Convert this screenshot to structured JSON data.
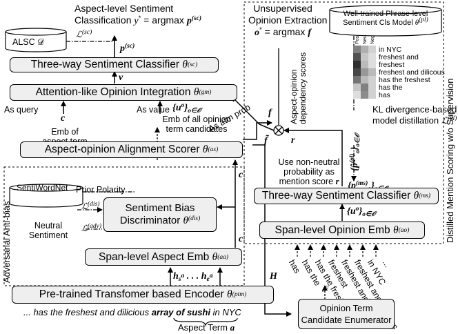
{
  "title_left": {
    "line1": "Aspect-level Sentiment",
    "line2": "Classification"
  },
  "title_right": {
    "line1": "Unsupervised",
    "line2": "Opinion Extraction"
  },
  "boxes": {
    "three_way_sc": {
      "label": "Three-way Sentiment Classifier",
      "param": "θ",
      "sup": "(sc)"
    },
    "attention": {
      "label": "Attention-like Opinion Integration",
      "param": "θ",
      "sup": "(gm)"
    },
    "alignment": {
      "label": "Aspect-opinion Alignment Scorer",
      "param": "θ",
      "sup": "(as)"
    },
    "bias_disc": {
      "label1": "Sentiment Bias",
      "label2": "Discriminator",
      "param": "θ",
      "sup": "(dis)"
    },
    "span_aspect": {
      "label": "Span-level Aspect Emb",
      "param": "θ",
      "sup": "(aa)"
    },
    "encoder": {
      "label": "Pre-trained Transfomer based Encoder",
      "param": "θ",
      "sup": "(ptm)"
    },
    "three_way_ms": {
      "label": "Three-way Sentiment Classifier",
      "param": "θ",
      "sup": "(ms)"
    },
    "span_opinion": {
      "label": "Span-level Opinion Emb",
      "param": "θ",
      "sup": "(ao)"
    },
    "enumerator": {
      "label1": "Opinion Term",
      "label2": "Candidate Enumerator"
    }
  },
  "cylinders": {
    "alsc": "ALSC 𝒟",
    "sentiwordnet": "SentiWordNet",
    "phrase_model": {
      "line1": "Well-trained Phrase-level",
      "line2": "Sentiment Cls Model",
      "sup": "(pl)"
    }
  },
  "labels": {
    "as_query": "As query",
    "as_value": "As value",
    "emb_aspect_1": "Emb of",
    "emb_aspect_2": "aspect term",
    "emb_all_1": "Emb of all opinion",
    "emb_all_2": "term candidates",
    "as_attn": "As attn prob",
    "dep_scores_1": "Aspect-opinion",
    "dep_scores_2": "dependency scores",
    "prior_polarity": "Prior Polarity",
    "neutral_1": "Neutral",
    "neutral_2": "Sentiment",
    "use_non_1": "Use non-neutral",
    "use_non_2": "probability as",
    "use_non_3": "mention score",
    "kl_1": "KL divergence-based",
    "kl_2": "model distillation",
    "adversarial": "Adversarial Anti-bias",
    "distilled": "Distilled Mention Scoring w/o Supervision",
    "sentence_pre": "... has the freshest and dilicious ",
    "sentence_aspect": "array of sushi",
    "sentence_post": " in NYC",
    "aspect_term": "Aspect Term"
  },
  "heatmap": {
    "columns": [
      "Pos",
      "Neu",
      "Neg"
    ],
    "rows": [
      "in NYC",
      "freshest and",
      "freshest",
      "freshest and dilicous",
      "has the freshest",
      "has the",
      "has"
    ],
    "values": [
      [
        0.55,
        0.35,
        0.2
      ],
      [
        0.75,
        0.25,
        0.15
      ],
      [
        0.9,
        0.3,
        0.15
      ],
      [
        0.8,
        0.45,
        0.3
      ],
      [
        0.6,
        0.3,
        0.2
      ],
      [
        0.25,
        0.55,
        0.2
      ],
      [
        0.15,
        0.5,
        0.2
      ]
    ]
  },
  "candidates": [
    "has",
    "has the",
    "has the freshest",
    "freshest",
    "freshest and",
    "freshest and dilicous",
    "in NYC",
    "..."
  ]
}
